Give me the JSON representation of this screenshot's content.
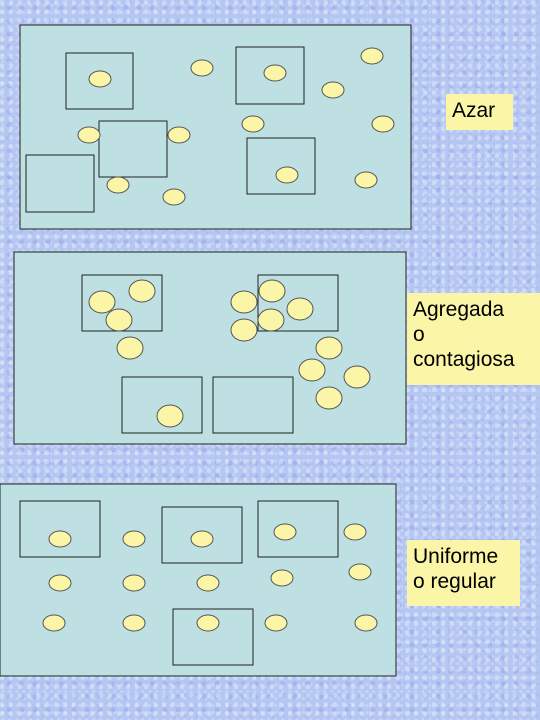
{
  "colors": {
    "panel_fill": "#bfe0e2",
    "individual_fill": "#fbf5a8",
    "label_bg": "#fbf5a8",
    "outline": "#222222"
  },
  "panels": [
    {
      "label": "Azar"
    },
    {
      "label_lines": [
        "Agregada",
        "o",
        "contagiosa"
      ]
    },
    {
      "label_lines": [
        "Uniforme",
        "o regular"
      ]
    }
  ]
}
